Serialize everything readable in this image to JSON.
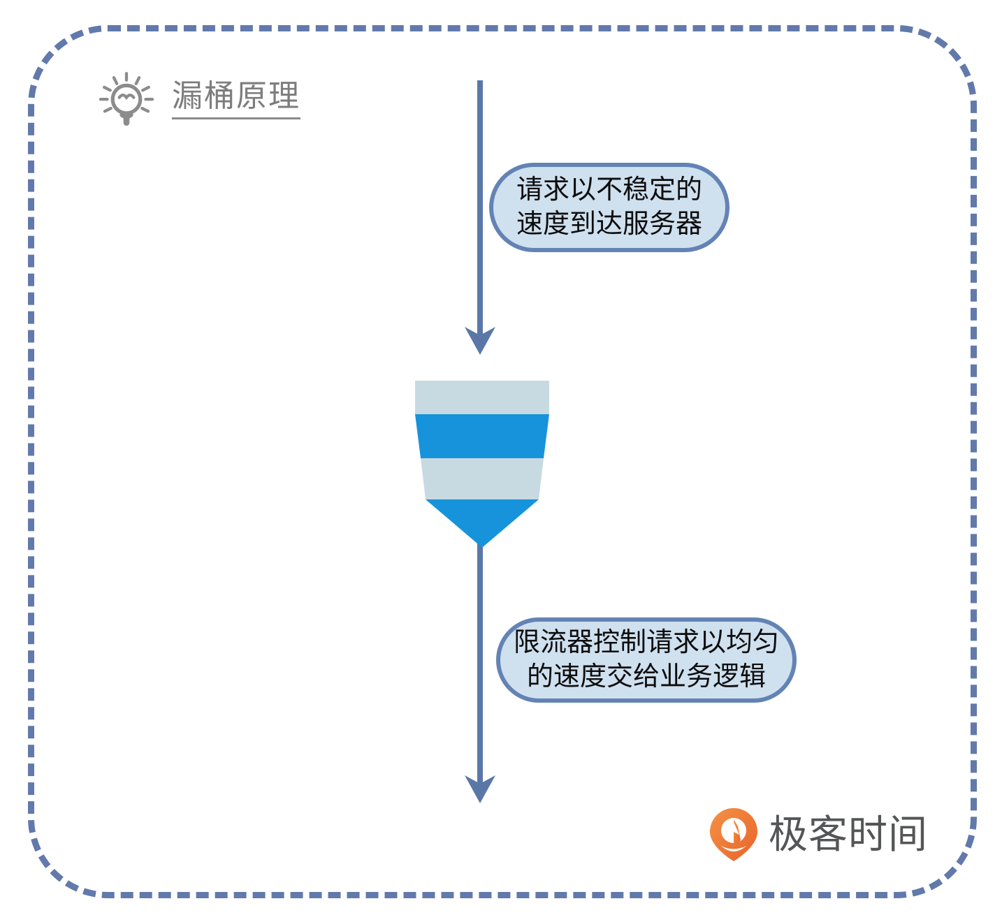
{
  "diagram": {
    "title": "漏桶原理",
    "title_icon": "lightbulb-icon",
    "frame_style": "dashed-rounded-rectangle",
    "colors": {
      "frame_border": "#6279ab",
      "arrow": "#5a77a8",
      "callout_fill": "#cfe0ef",
      "callout_border": "#6383b4",
      "funnel_light": "#c8dae1",
      "funnel_blue": "#1793db",
      "title_text": "#7d7d7d",
      "background_top": "#dbe4ea",
      "background_bottom": "#f4e9dd"
    }
  },
  "callouts": [
    {
      "id": "incoming-requests",
      "lines": [
        "请求以不稳定的",
        "速度到达服务器"
      ]
    },
    {
      "id": "rate-limited-output",
      "lines": [
        "限流器控制请求以均匀",
        "的速度交给业务逻辑"
      ]
    }
  ],
  "funnel": {
    "name": "leaky-bucket-funnel",
    "bands": [
      {
        "fill": "#c8dae1",
        "label": "light"
      },
      {
        "fill": "#1793db",
        "label": "blue"
      },
      {
        "fill": "#c8dae1",
        "label": "light"
      },
      {
        "fill": "#1793db",
        "label": "blue"
      }
    ]
  },
  "arrows": [
    {
      "id": "arrow-in",
      "direction": "down",
      "from": "top",
      "to": "funnel"
    },
    {
      "id": "arrow-out",
      "direction": "down",
      "from": "funnel",
      "to": "bottom"
    }
  ],
  "logo": {
    "text": "极客时间",
    "mark": "geektime-pin-icon",
    "mark_color": "#ef7d2e"
  }
}
